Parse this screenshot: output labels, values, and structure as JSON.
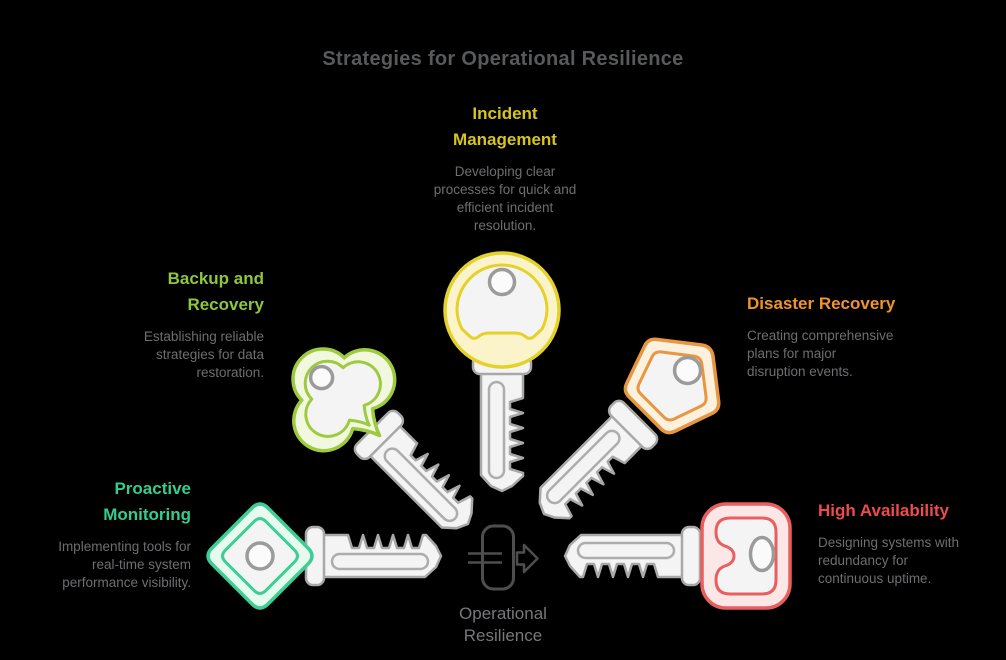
{
  "title": "Strategies for Operational Resilience",
  "center": {
    "label": "Operational\nResilience",
    "icon": "resilience-flow-icon"
  },
  "colors": {
    "background": "#000000",
    "title_text": "#58595B",
    "body_text": "#6D6E71",
    "center_label_text": "#77787B",
    "key_metal_fill": "#F4F4F4",
    "key_metal_outline": "#A8A8A8",
    "center_icon_stroke": "#4E4E4E"
  },
  "strategies": [
    {
      "id": "incident-management",
      "label": "Incident\nManagement",
      "description": "Developing clear\nprocesses for quick and\nefficient incident\nresolution.",
      "heading_color": "#D6C41F",
      "key_stroke": "#E5D12A",
      "key_fill": "#FBF4CB",
      "key_head_shape": "round",
      "position": "top"
    },
    {
      "id": "backup-and-recovery",
      "label": "Backup and\nRecovery",
      "description": "Establishing reliable\nstrategies for data\nrestoration.",
      "heading_color": "#8DC63F",
      "key_stroke": "#9DCB3F",
      "key_fill": "#F2F8E0",
      "key_head_shape": "clover",
      "position": "upper-left"
    },
    {
      "id": "disaster-recovery",
      "label": "Disaster Recovery",
      "description": "Creating comprehensive\nplans for major\ndisruption events.",
      "heading_color": "#F0932D",
      "key_stroke": "#E8963F",
      "key_fill": "#FCF0DE",
      "key_head_shape": "pentagon",
      "position": "upper-right"
    },
    {
      "id": "proactive-monitoring",
      "label": "Proactive\nMonitoring",
      "description": "Implementing tools for\nreal-time system\nperformance visibility.",
      "heading_color": "#35CC8E",
      "key_stroke": "#3ECD96",
      "key_fill": "#E6FAF0",
      "key_head_shape": "diamond",
      "position": "lower-left"
    },
    {
      "id": "high-availability",
      "label": "High Availability",
      "description": "Designing systems with\nredundancy for\ncontinuous uptime.",
      "heading_color": "#EE4B4B",
      "key_stroke": "#E85F5F",
      "key_fill": "#FCE7E7",
      "key_head_shape": "rounded-square",
      "position": "lower-right"
    }
  ]
}
